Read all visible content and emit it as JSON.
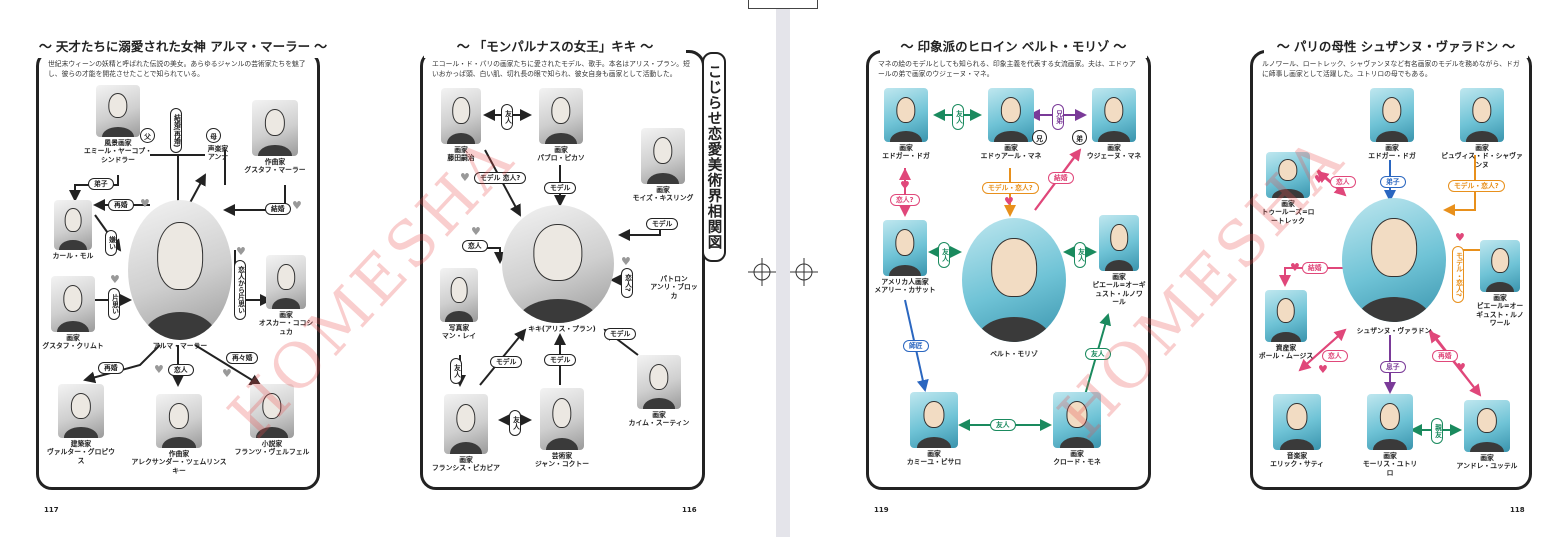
{
  "pages": {
    "p117": {
      "title": "天才たちに溺愛された女神 アルマ・マーラー",
      "desc": "世紀末ウィーンの妖精と呼ばれた伝説の美女。あらゆるジャンルの芸術家たちを魅了し、彼らの才能を開花させたことで知られている。",
      "page_number": "117",
      "people": {
        "schindler_role": "風景画家",
        "schindler_name": "エミール・ヤーコプ・シンドラー",
        "anna_role": "声楽家",
        "anna_name": "アンナ",
        "gustav_role": "作曲家",
        "gustav_name": "グスタフ・マーラー",
        "moll_name": "カール・モル",
        "klimt_role": "画家",
        "klimt_name": "グスタフ・クリムト",
        "kokoschka_role": "画家",
        "kokoschka_name": "オスカー・ココシュカ",
        "alma_name": "アルマ・マーラー",
        "gropius_role": "建築家",
        "gropius_name": "ヴァルター・グロピウス",
        "zemlinsky_role": "作曲家",
        "zemlinsky_name": "アレクサンダー・ツェムリンスキー",
        "werfel_role": "小説家",
        "werfel_name": "フランツ・ヴェルフェル"
      },
      "labels": {
        "father": "父",
        "mother": "母",
        "marriage_remarried": "結婚(再婚)",
        "disciple": "弟子",
        "remarriage": "再婚",
        "marriage": "結婚",
        "hate": "嫌い",
        "lovers_pining": "恋人から片思い",
        "first_love": "片思い",
        "lovers": "恋人",
        "re_remarriage": "再々婚",
        "remarriage2": "再婚"
      }
    },
    "p116": {
      "title": "「モンパルナスの女王」キキ",
      "desc": "エコール・ド・パリの画家たちに愛されたモデル、歌手。本名はアリス・プラン。短いおかっぱ頭、白い肌、切れ長の眼で知られ、彼女自身も画家として活動した。",
      "page_number": "116",
      "vertical_title": "こじらせ恋愛美術界相関図",
      "people": {
        "foujita_role": "画家",
        "foujita_name": "藤田嗣治",
        "picasso_role": "画家",
        "picasso_name": "パブロ・ピカソ",
        "kisling_role": "画家",
        "kisling_name": "モイズ・キスリング",
        "manray_role": "写真家",
        "manray_name": "マン・レイ",
        "kiki_name": "キキ(アリス・プラン)",
        "patron_role": "パトロン",
        "patron_name": "アンリ・ブロッカ",
        "picabia_role": "画家",
        "picabia_name": "フランシス・ピカビア",
        "cocteau_role": "芸術家",
        "cocteau_name": "ジャン・コクトー",
        "soutine_role": "画家",
        "soutine_name": "カイム・スーティン"
      },
      "labels": {
        "friends": "友人",
        "model_lovers": "モデル 恋人?",
        "model": "モデル",
        "lovers": "恋人",
        "lovers_q": "恋人?",
        "friends2": "友人",
        "model2": "モデル",
        "model3": "モデル",
        "friends3": "友人",
        "model4": "モデル"
      }
    },
    "p119": {
      "title": "印象派のヒロイン ベルト・モリゾ",
      "desc": "マネの絵のモデルとしても知られる、印象主義を代表する女流画家。夫は、エドゥアールの弟で画家のウジェーヌ・マネ。",
      "page_number": "119",
      "people": {
        "degas_role": "画家",
        "degas_name": "エドガー・ドガ",
        "manet_role": "画家",
        "manet_name": "エドゥアール・マネ",
        "eugene_role": "画家",
        "eugene_name": "ウジェーヌ・マネ",
        "cassatt_role": "アメリカ人画家",
        "cassatt_name": "メアリー・カサット",
        "morisot_name": "ベルト・モリゾ",
        "renoir_role": "画家",
        "renoir_name": "ピエール=オーギュスト・ルノワール",
        "pissarro_role": "画家",
        "pissarro_name": "カミーユ・ピサロ",
        "monet_role": "画家",
        "monet_name": "クロード・モネ"
      },
      "labels": {
        "friends": "友人",
        "brothers": "兄弟",
        "older": "兄",
        "younger": "弟",
        "model_lovers": "モデル・恋人?",
        "marriage": "結婚",
        "lovers_q": "恋人?",
        "friends_left": "友人",
        "friends_right": "友人",
        "mentor": "師匠",
        "friends_bottom_right": "友人",
        "friends_bottom": "友人"
      }
    },
    "p118": {
      "title": "パリの母性 シュザンヌ・ヴァラドン",
      "desc": "ルノワール、ロートレック、シャヴァンヌなど有名画家のモデルを務めながら、ドガに師事し画家として活躍した。ユトリロの母でもある。",
      "page_number": "118",
      "people": {
        "degas_role": "画家",
        "degas_name": "エドガー・ドガ",
        "chavannes_role": "画家",
        "chavannes_name": "ピュヴィス・ド・シャヴァンヌ",
        "lautrec_role": "画家",
        "lautrec_name": "トゥールーズ=ロートレック",
        "suzanne_name": "シュザンヌ・ヴァラドン",
        "mousis_role": "資産家",
        "mousis_name": "ポール・ムージス",
        "renoir_role": "画家",
        "renoir_name": "ピエール=オーギュスト・ルノワール",
        "satie_role": "音楽家",
        "satie_name": "エリック・サティ",
        "utrillo_role": "画家",
        "utrillo_name": "モーリス・ユトリロ",
        "utter_role": "画家",
        "utter_name": "アンドレ・ユッテル"
      },
      "labels": {
        "lovers": "恋人",
        "pupil": "弟子",
        "model_lovers": "モデル・恋人?",
        "marriage": "結婚",
        "model_lovers_v": "モデル・恋人?",
        "lovers2": "恋人",
        "son": "息子",
        "remarriage": "再婚",
        "friends": "親友"
      }
    }
  },
  "watermark": "HOMESHA",
  "colors": {
    "pink": "#e0477a",
    "green": "#1a8a5e",
    "purple": "#7a3a98",
    "orange": "#e8901c",
    "blue": "#2a66c0"
  }
}
